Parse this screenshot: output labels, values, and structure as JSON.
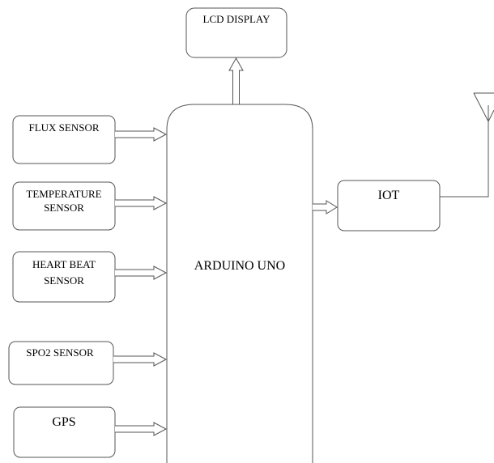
{
  "blocks": {
    "lcd": "LCD DISPLAY",
    "flux": "FLUX SENSOR",
    "temperature": [
      "TEMPERATURE",
      "SENSOR"
    ],
    "heart": [
      "HEART BEAT",
      "SENSOR"
    ],
    "spo2": "SPO2 SENSOR",
    "gps": "GPS",
    "arduino": "ARDUINO UNO",
    "iot": "IOT"
  }
}
